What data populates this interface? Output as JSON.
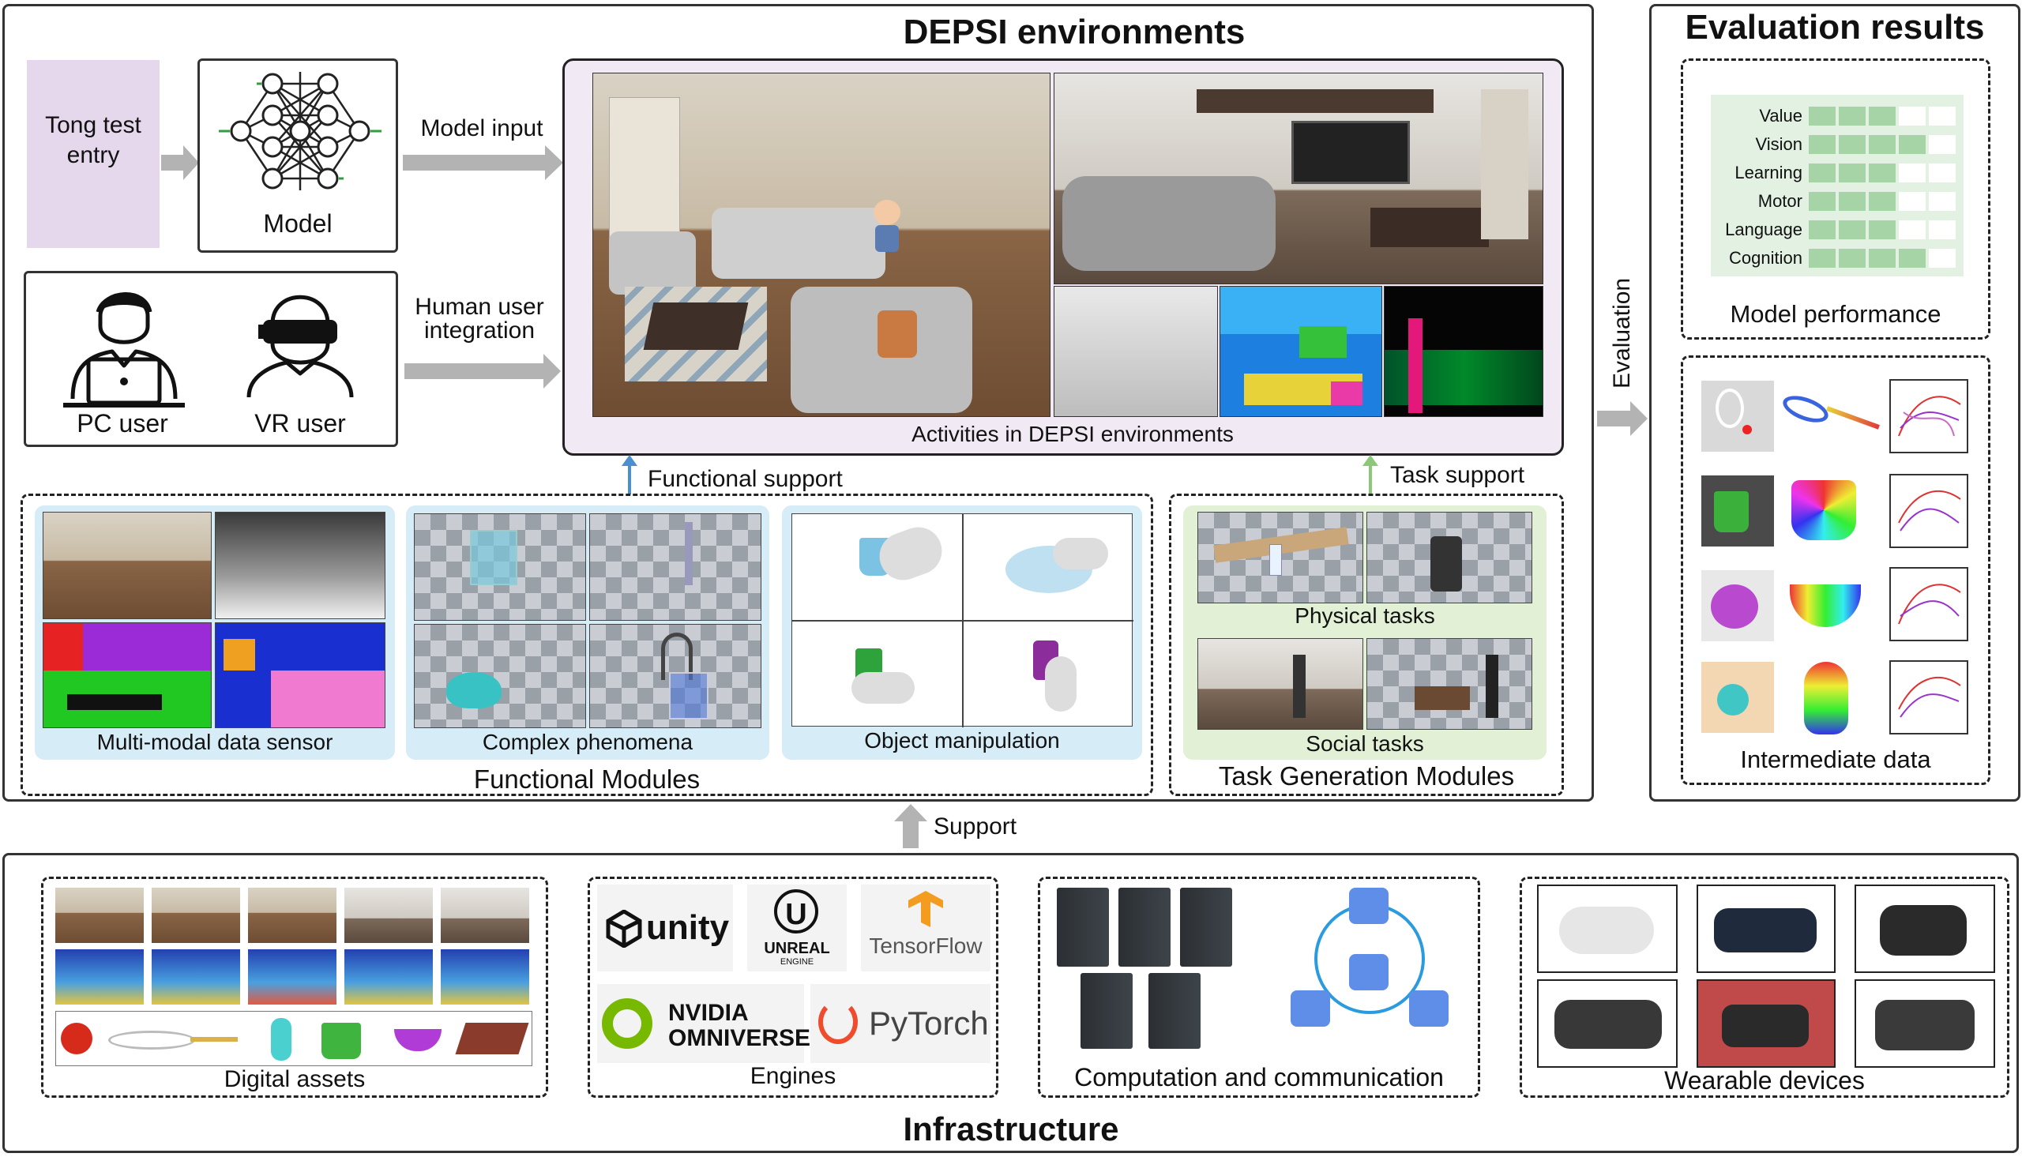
{
  "top_section": {
    "title": "DEPSI environments",
    "tong_test_entry": "Tong test entry",
    "model_label": "Model",
    "model_input_label": "Model input",
    "pc_user_label": "PC user",
    "vr_user_label": "VR user",
    "human_user_integration": "Human user integration",
    "activities_caption": "Activities in DEPSI environments",
    "functional_support": "Functional support",
    "task_support": "Task support"
  },
  "functional_modules": {
    "title": "Functional Modules",
    "panels": [
      "Multi-modal data sensor",
      "Complex phenomena",
      "Object manipulation"
    ]
  },
  "task_generation_modules": {
    "title": "Task Generation Modules",
    "panels": [
      "Physical tasks",
      "Social tasks"
    ]
  },
  "evaluation": {
    "arrow_label": "Evaluation",
    "title": "Evaluation results",
    "model_performance": {
      "caption": "Model performance",
      "rows": [
        {
          "label": "Value",
          "level": 3
        },
        {
          "label": "Vision",
          "level": 4
        },
        {
          "label": "Learning",
          "level": 3
        },
        {
          "label": "Motor",
          "level": 3
        },
        {
          "label": "Language",
          "level": 3
        },
        {
          "label": "Cognition",
          "level": 4
        }
      ],
      "max_level": 5,
      "fill_color": "#a6d4a6",
      "empty_color": "#ffffff",
      "panel_color": "#e3f1e3"
    },
    "intermediate_data_caption": "Intermediate data"
  },
  "support_label": "Support",
  "infrastructure": {
    "title": "Infrastructure",
    "digital_assets": "Digital assets",
    "engines": {
      "caption": "Engines",
      "logos": [
        "unity",
        "UNREAL",
        "ENGINE",
        "TensorFlow",
        "NVIDIA",
        "OMNIVERSE",
        "PyTorch"
      ]
    },
    "computation": "Computation and communication",
    "wearable": "Wearable devices"
  },
  "colors": {
    "lavender": "#e5d8ec",
    "lavender_panel": "#f1e9f3",
    "blue_panel": "#d6ecf7",
    "green_panel": "#e2f1d6",
    "arrow_gray": "#b3b3b3",
    "support_blue": "#4a8fd0",
    "support_green": "#8cc77a"
  }
}
